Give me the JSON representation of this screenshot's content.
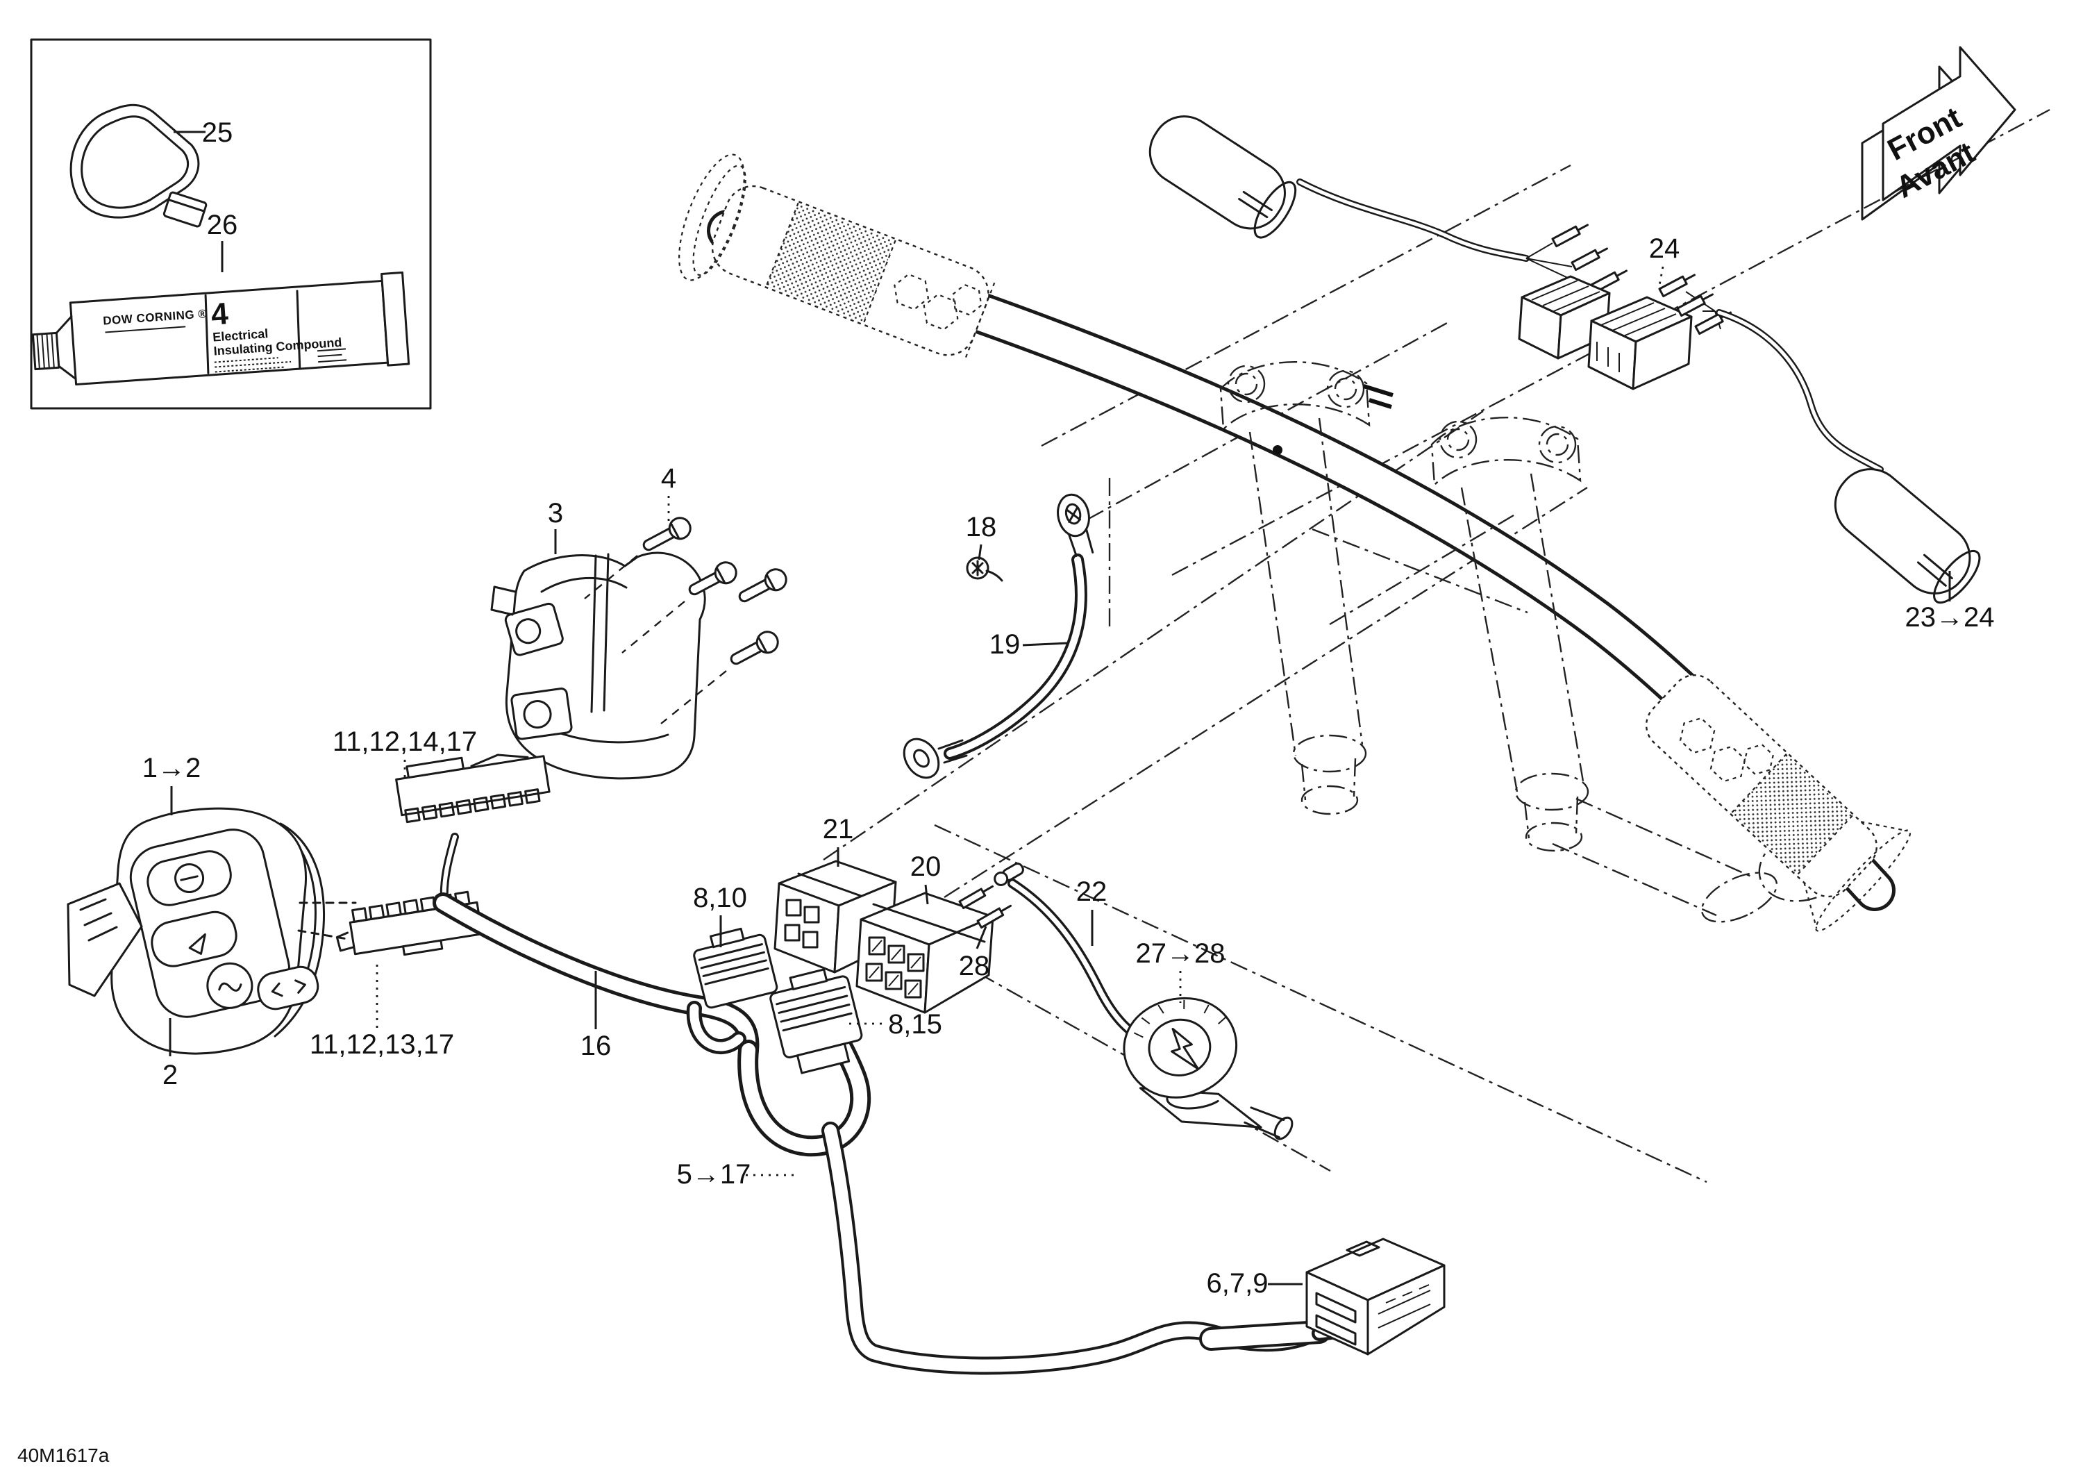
{
  "drawing_code": "40M1617a",
  "direction_arrow": {
    "front": "Front",
    "avant": "Avant"
  },
  "inset": {
    "strap_callout": "25",
    "tube_callout": "26",
    "tube": {
      "brand": "DOW CORNING ®",
      "size_number": "4",
      "name_line1": "Electrical",
      "name_line2": "Insulating Compound"
    }
  },
  "callouts": {
    "switch_assembly": "1→2",
    "switch_housing_lower": "2",
    "housing": "3",
    "screws": "4",
    "main_harness": "5→17",
    "connector_block_bottom": "6,7,9",
    "connector_8_10": "8,10",
    "connector_8_15": "8,15",
    "connector_11_12_14_17": "11,12,14,17",
    "connector_11_12_13_17": "11,12,13,17",
    "harness_16": "16",
    "ground_screw": "18",
    "ground_cable": "19",
    "connector_20": "20",
    "connector_21": "21",
    "wire_22": "22",
    "heater_element": "23→24",
    "terminals_24": "24",
    "start_switch": "27→28",
    "terminals_28": "28"
  }
}
